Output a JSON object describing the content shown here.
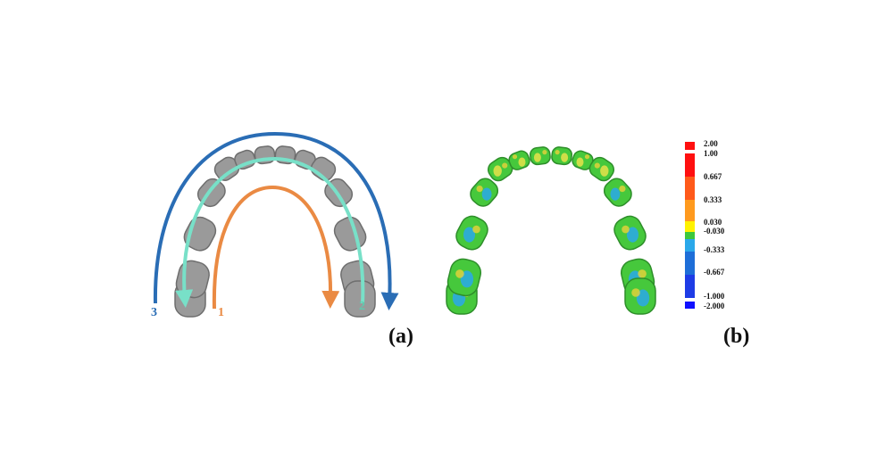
{
  "panel_a": {
    "label": "(a)",
    "paths": [
      {
        "label": "3",
        "color": "#2a6db5"
      },
      {
        "label": "1",
        "color": "#ea8a43"
      },
      {
        "label": "2",
        "color": "#78e0c8"
      }
    ],
    "tooth_color": "#9a9a9a"
  },
  "panel_b": {
    "label": "(b)",
    "base_color": "#46c83c"
  },
  "color_scale": {
    "bands": [
      {
        "color": "#ff1010"
      },
      {
        "color": "#ff1010"
      },
      {
        "color": "#ff5a1a"
      },
      {
        "color": "#ff9a1e"
      },
      {
        "color": "#fff200"
      },
      {
        "color": "#3cc83c"
      },
      {
        "color": "#2aa8ea"
      },
      {
        "color": "#1e6ed8"
      },
      {
        "color": "#1e3ce6"
      },
      {
        "color": "#1010ff"
      }
    ],
    "labels": [
      "2.00",
      "1.00",
      "0.667",
      "0.333",
      "0.030",
      "-0.030",
      "-0.333",
      "-0.667",
      "-1.000",
      "-2.000"
    ]
  }
}
